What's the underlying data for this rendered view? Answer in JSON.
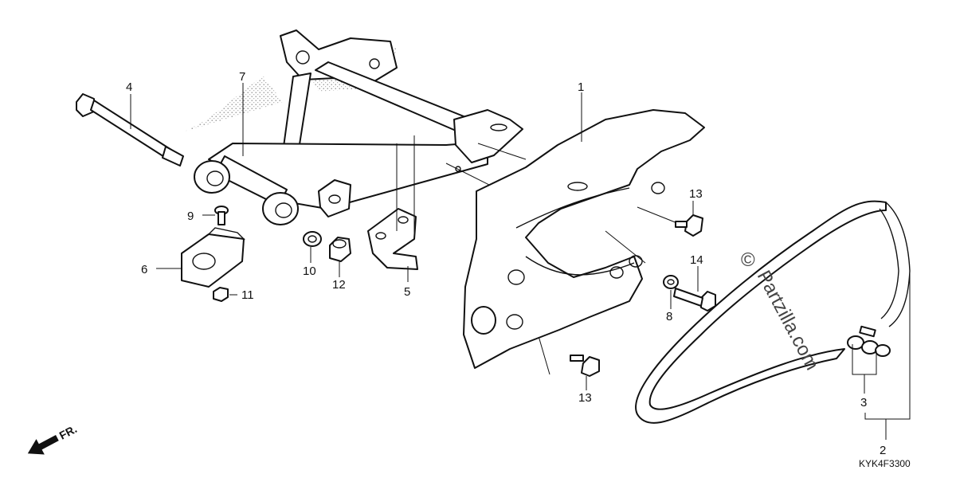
{
  "callouts": {
    "c1": "1",
    "c2": "2",
    "c3": "3",
    "c4": "4",
    "c5": "5",
    "c6": "6",
    "c7": "7",
    "c8": "8",
    "c9": "9",
    "c10": "10",
    "c11": "11",
    "c12": "12",
    "c13a": "13",
    "c13b": "13",
    "c14": "14"
  },
  "front_arrow": "FR.",
  "watermark_symbol": "©",
  "watermark_text": "Partzilla.com",
  "diagram_code": "KYK4F3300"
}
